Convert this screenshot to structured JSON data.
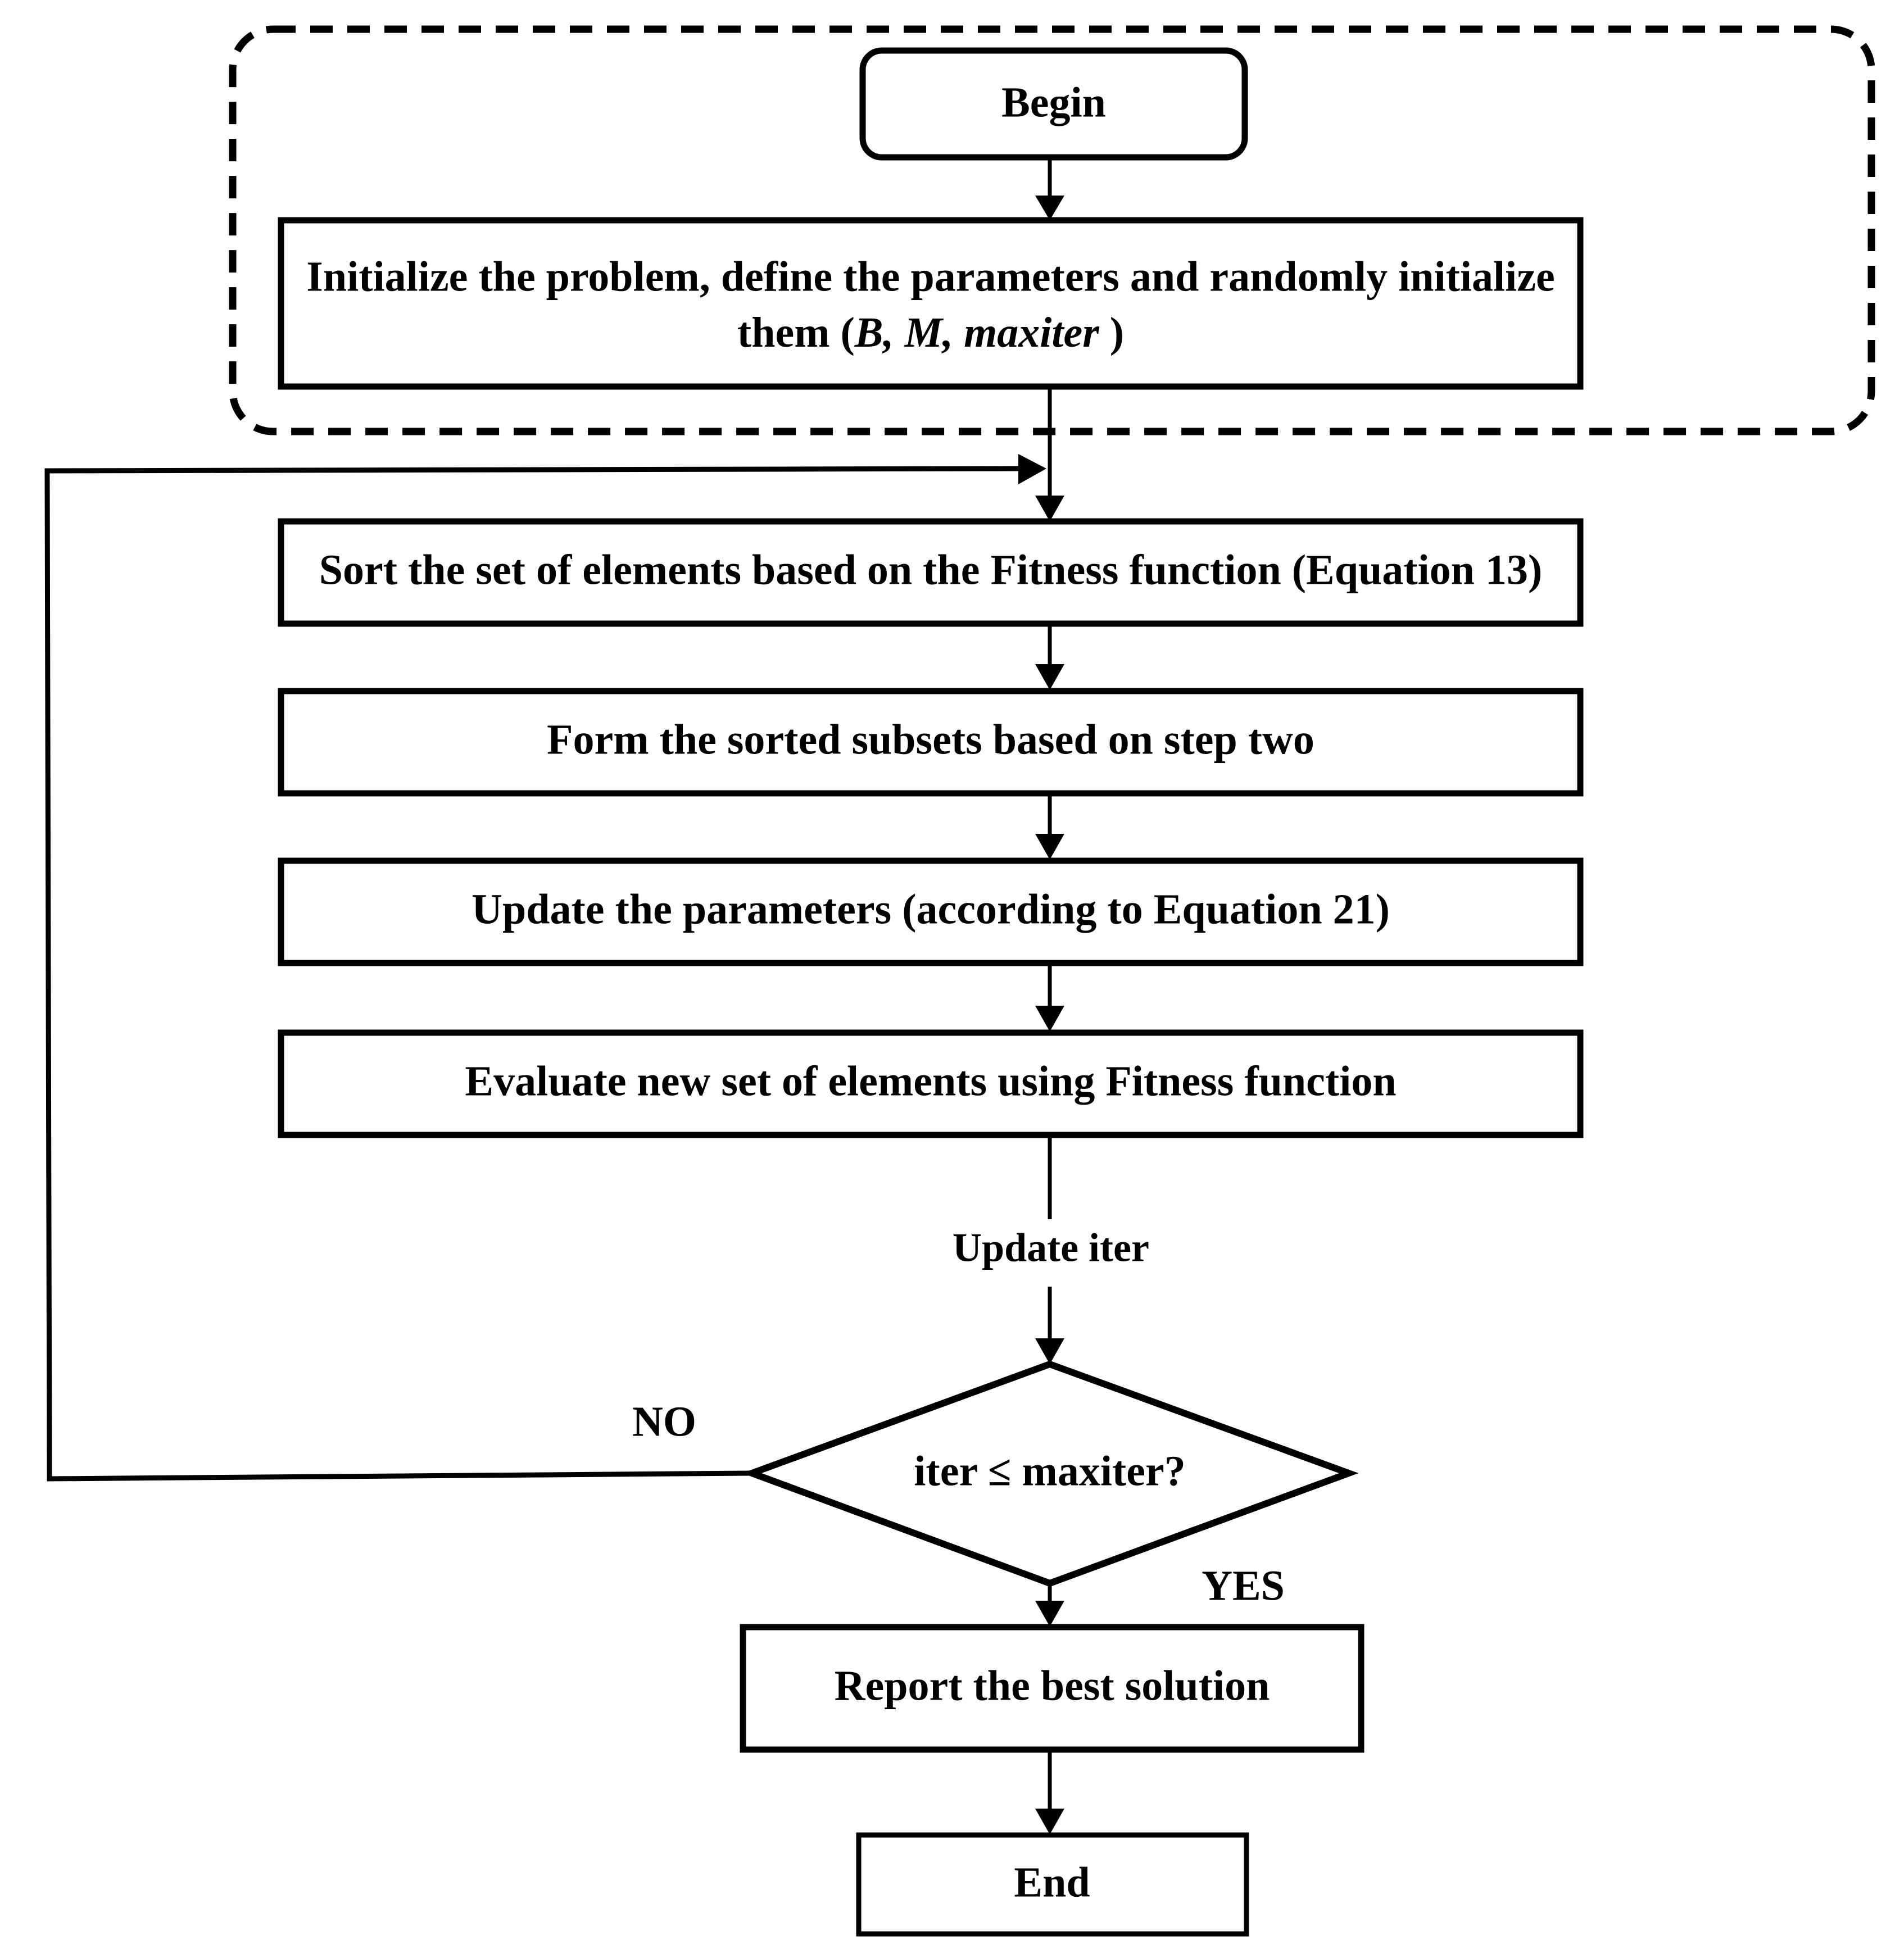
{
  "diagram": {
    "title": "Optimization algorithm flowchart",
    "type": "flowchart",
    "background_color": "#ffffff",
    "line_color": "#000000"
  },
  "nodes": {
    "begin": {
      "label": "Begin",
      "shape": "rounded-rectangle"
    },
    "initialize": {
      "line1": "Initialize the problem, define the parameters and randomly initialize",
      "line2_prefix": "them (",
      "line2_params": "B, M, maxiter",
      "line2_param_b": "B,",
      "line2_param_m": "M,",
      "line2_param_maxiter": "maxiter",
      "line2_suffix": " )",
      "shape": "rectangle"
    },
    "sort": {
      "label": "Sort the set of elements based on the Fitness function (Equation 13)",
      "shape": "rectangle"
    },
    "form_subsets": {
      "label": "Form the sorted subsets based on step two",
      "shape": "rectangle"
    },
    "update_parameters": {
      "label": "Update the parameters (according to Equation 21)",
      "shape": "rectangle"
    },
    "evaluate": {
      "label": "Evaluate new set of elements using Fitness function",
      "shape": "rectangle"
    },
    "decision": {
      "label": "iter  ≤ maxiter?",
      "shape": "diamond"
    },
    "report": {
      "label": "Report the best solution",
      "shape": "rectangle"
    },
    "end": {
      "label": "End",
      "shape": "rectangle"
    }
  },
  "edge_labels": {
    "update_iter": "Update iter",
    "no": "NO",
    "yes": "YES"
  },
  "groups": {
    "initialization_group": {
      "style": "dashed-rounded-rectangle"
    }
  }
}
